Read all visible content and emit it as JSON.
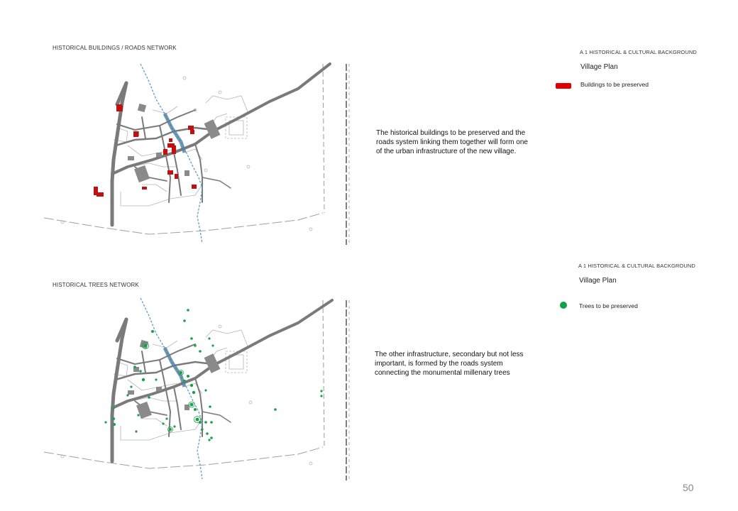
{
  "map_top": {
    "section_title": "HISTORICAL BUILDINGS / ROADS NETWORK",
    "header": "A 1 HISTORICAL & CULTURAL BACKGROUND",
    "subtitle": "Village Plan",
    "legend_label": "Buildings to be preserved",
    "legend_color": "#e00000",
    "description": "The historical buildings to be preserved and the roads system linking them together will form one of the urban infrastructure of the new village."
  },
  "map_bottom": {
    "section_title": "HISTORICAL TREES NETWORK",
    "header": "A 1 HISTORICAL & CULTURAL BACKGROUND",
    "subtitle": "Village Plan",
    "legend_label": "Trees to be preserved",
    "legend_color": "#12a04a",
    "description": "The other infrastructure, secondary but not less important, is formed by the roads system connecting the monumental millenary trees"
  },
  "colors": {
    "road": "#7a7a7a",
    "building": "#8a8a8a",
    "water": "#5aa0c8",
    "outline": "#b5b5b5"
  },
  "page_number": "50"
}
